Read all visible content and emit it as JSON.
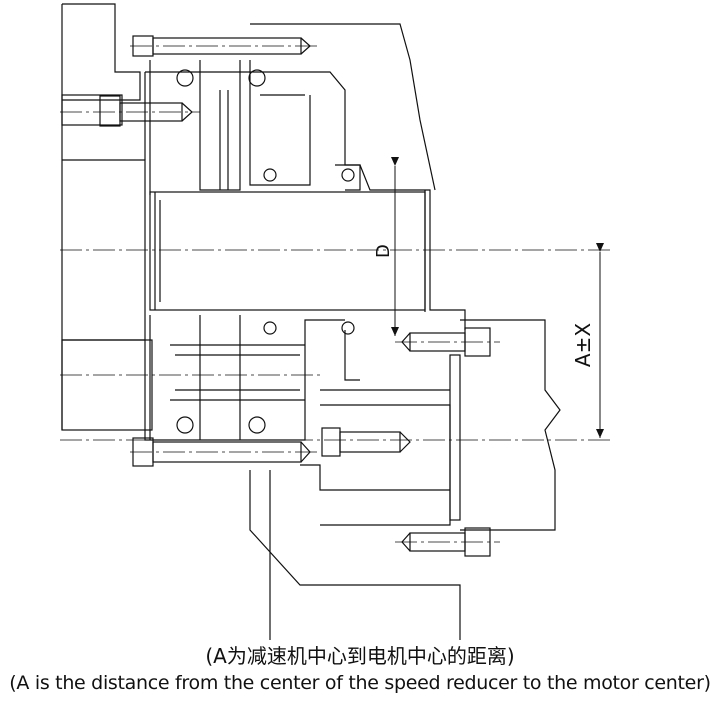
{
  "dimension_labels": {
    "bore_diameter": "D",
    "center_distance": "A±X"
  },
  "caption": {
    "chinese": "(A为减速机中心到电机中心的距离)",
    "english": "(A is the distance from the center of the speed reducer to the motor center)"
  }
}
